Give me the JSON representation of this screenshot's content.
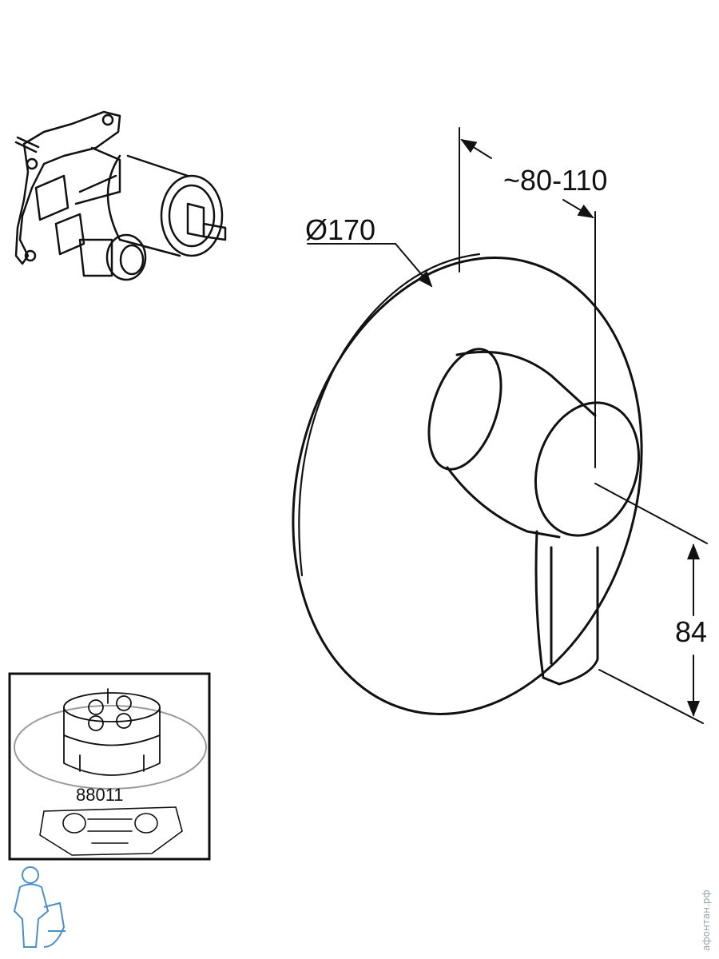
{
  "dimensions": {
    "diameter_label": "Ø170",
    "projection_label": "~80-110",
    "lever_height_label": "84"
  },
  "inset": {
    "part_number": "88011"
  },
  "watermark": {
    "text": "афонтан.рф"
  },
  "colors": {
    "line": "#111111",
    "watermark": "#9aa4b0",
    "mascot": "#4a90c8"
  }
}
